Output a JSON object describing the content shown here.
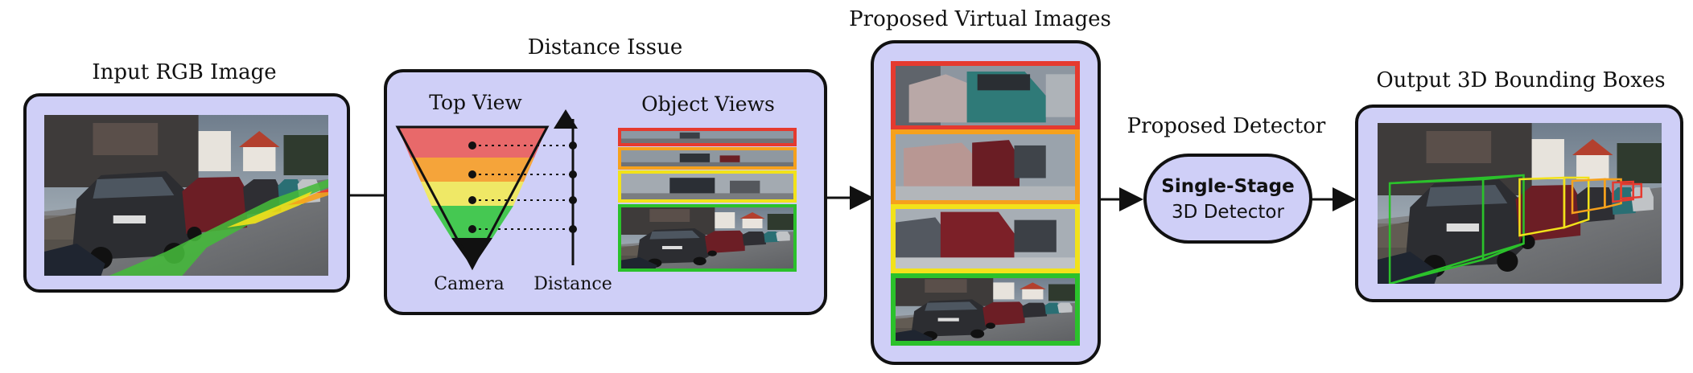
{
  "titles": {
    "input": "Input RGB Image",
    "distance": "Distance Issue",
    "virtual": "Proposed Virtual Images",
    "detector": "Proposed Detector",
    "output": "Output 3D Bounding Boxes"
  },
  "distance_panel": {
    "top_view": "Top View",
    "object_views": "Object Views",
    "camera": "Camera",
    "distance": "Distance"
  },
  "detector_box": {
    "line1": "Single-Stage",
    "line2": "3D Detector"
  },
  "colors": {
    "panel_fill": "#cfcff7",
    "panel_stroke": "#111111",
    "red": "#e53a2f",
    "orange": "#f6a11c",
    "yellow": "#f2e21a",
    "green": "#2bc12b",
    "tri_red": "#e8696a",
    "tri_orange": "#f5a43a",
    "tri_yellow": "#efe866",
    "tri_green": "#45c852"
  }
}
